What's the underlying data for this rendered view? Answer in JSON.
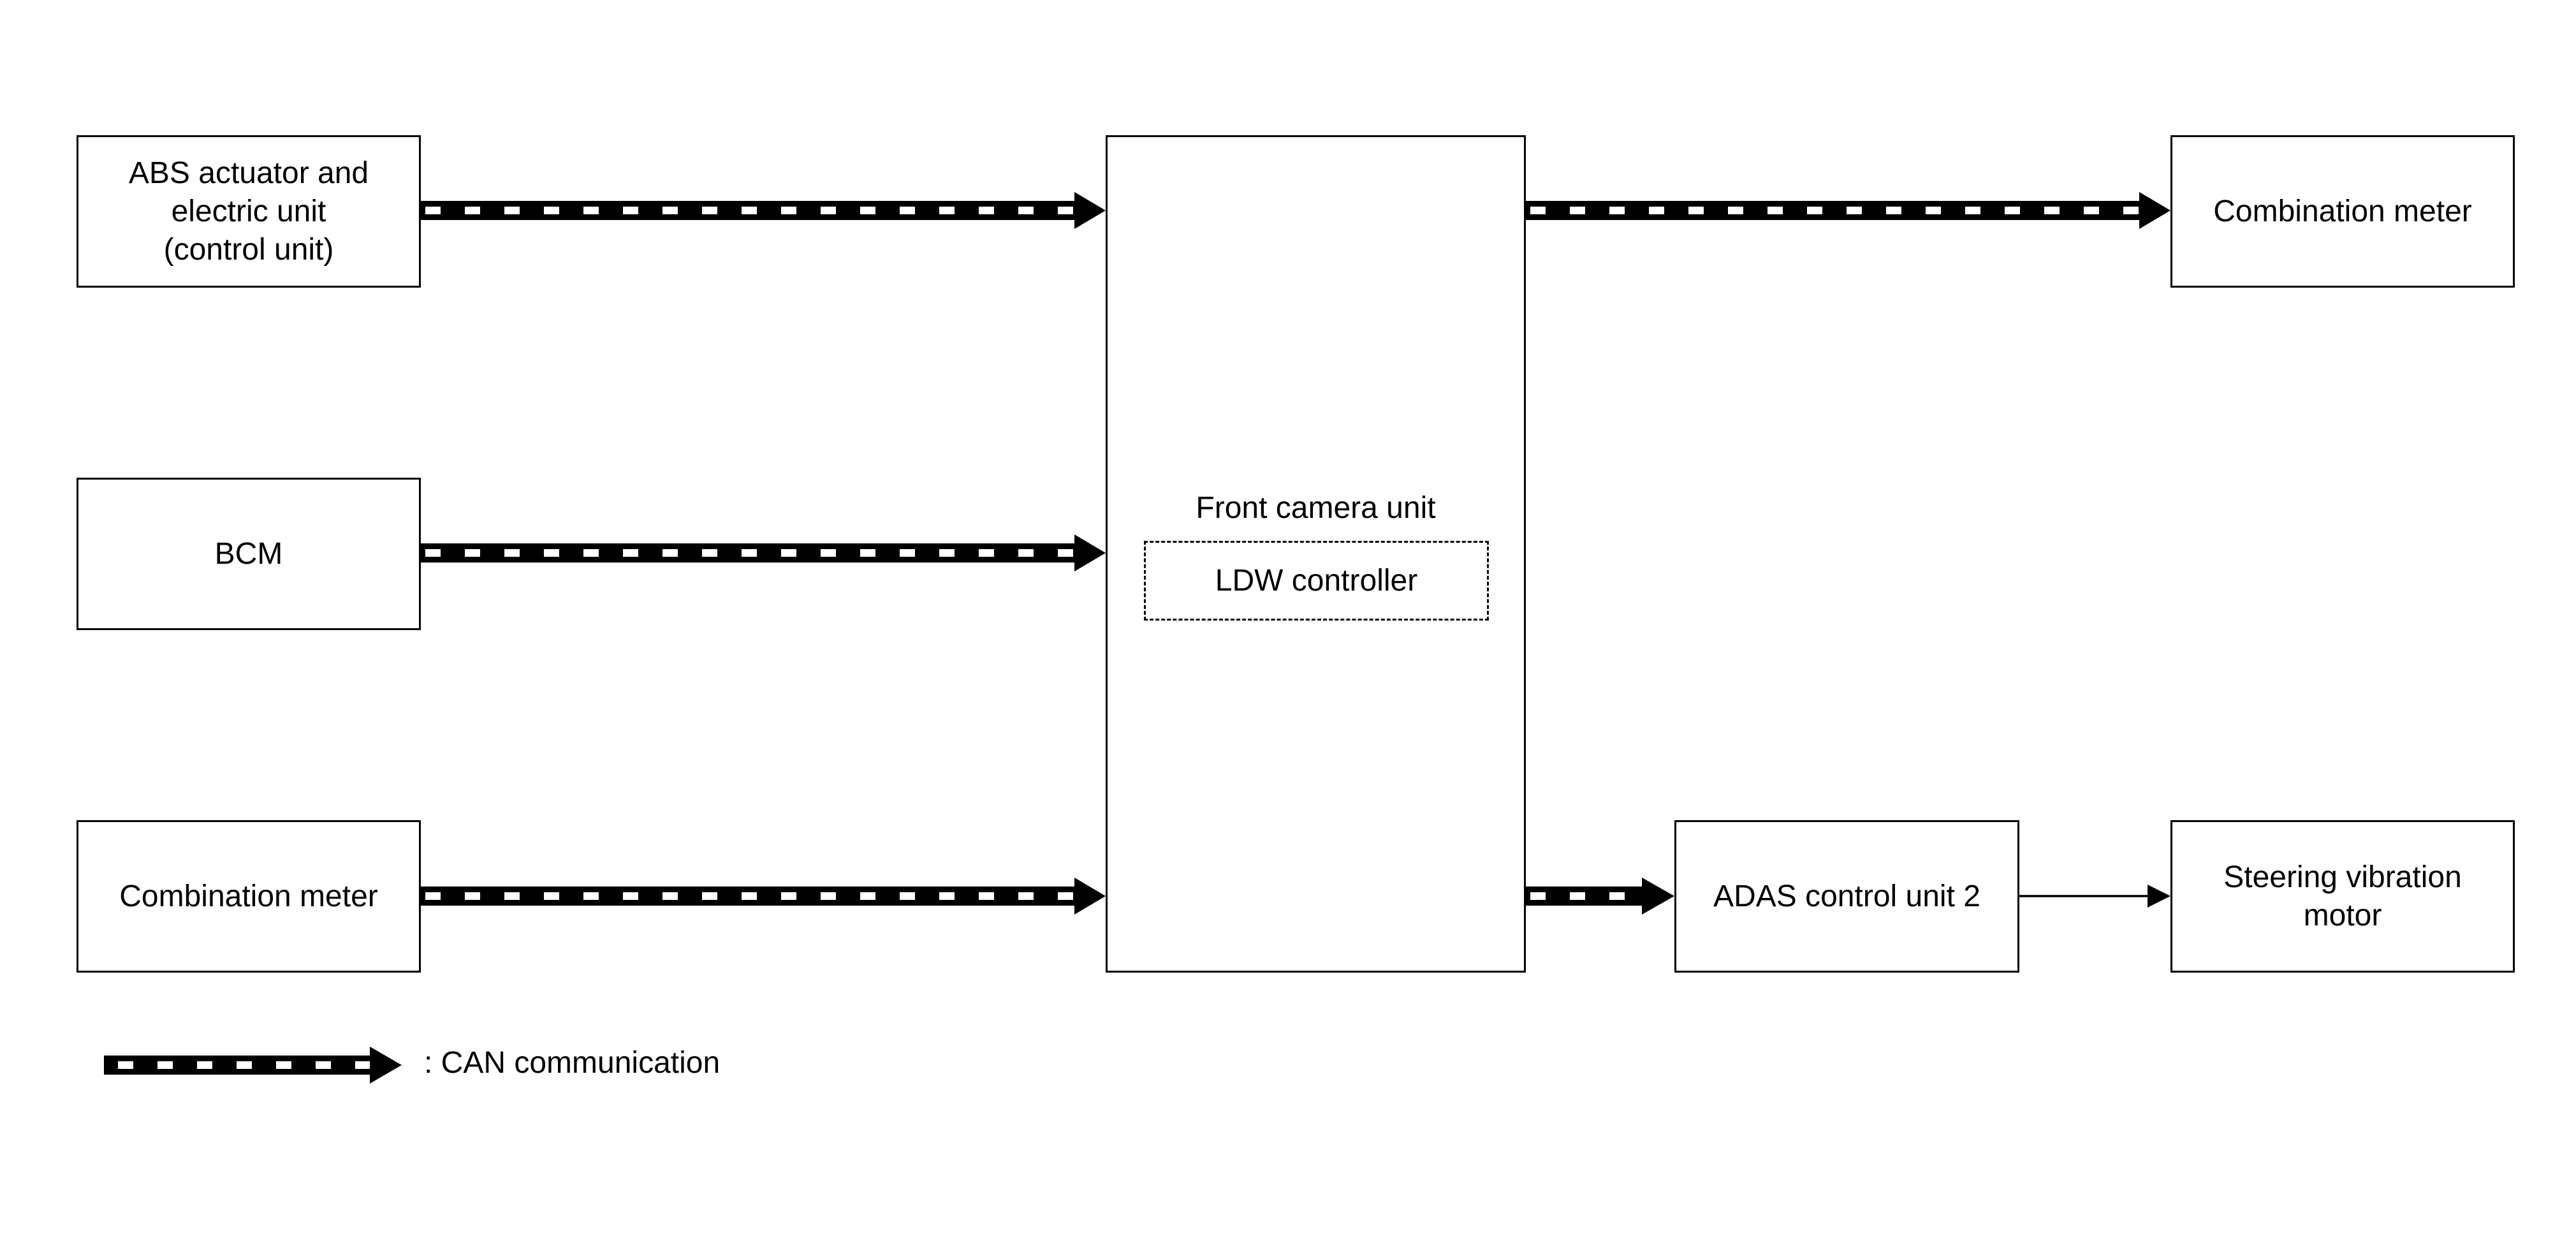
{
  "nodes": {
    "abs": "ABS actuator and\nelectric unit\n(control unit)",
    "bcm": "BCM",
    "combination_meter_in": "Combination meter",
    "front_camera": "Front camera unit",
    "ldw": "LDW controller",
    "combination_meter_out": "Combination meter",
    "adas": "ADAS control unit 2",
    "steering": "Steering vibration\nmotor"
  },
  "legend": {
    "can_label": ": CAN communication"
  },
  "connections": [
    {
      "from": "ABS actuator and electric unit (control unit)",
      "to": "Front camera unit",
      "type": "CAN communication"
    },
    {
      "from": "BCM",
      "to": "Front camera unit",
      "type": "CAN communication"
    },
    {
      "from": "Combination meter",
      "to": "Front camera unit",
      "type": "CAN communication"
    },
    {
      "from": "Front camera unit",
      "to": "Combination meter",
      "type": "CAN communication"
    },
    {
      "from": "Front camera unit",
      "to": "ADAS control unit 2",
      "type": "CAN communication"
    },
    {
      "from": "ADAS control unit 2",
      "to": "Steering vibration motor",
      "type": "signal"
    }
  ]
}
